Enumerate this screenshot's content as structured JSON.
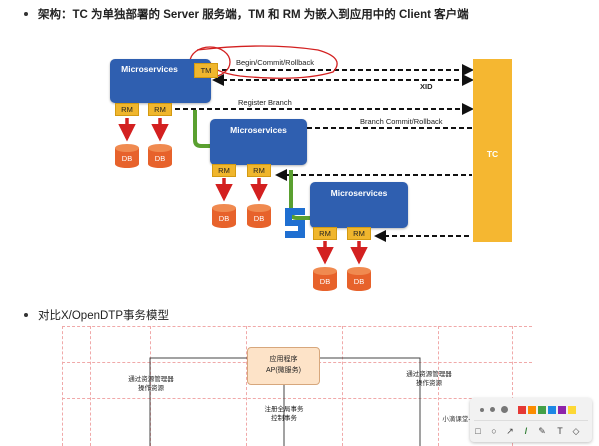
{
  "slide": {
    "heading1": "架构：TC 为单独部署的 Server 服务端，TM 和 RM 为嵌入到应用中的 Client 客户端",
    "heading2": "对比X/OpenDTP事务模型"
  },
  "diagram": {
    "ms1": "Microservices",
    "ms2": "Microservices",
    "ms3": "Microservices",
    "tm": "TM",
    "rm": "RM",
    "db": "DB",
    "tc": "TC",
    "begin_label": "Begin/Commit/Rollback",
    "xid_label": "XID",
    "register_label": "Register Branch",
    "branch_label": "Branch Commit/Rollback"
  },
  "dtp": {
    "ap_line1": "应用程序",
    "ap_line2": "AP(微服务)",
    "left_line1": "通过资源管理器",
    "left_line2": "操作资源",
    "right_line1": "通过资源管理器",
    "right_line2": "操作资源",
    "mid_line1": "注册全局事务",
    "mid_line2": "控制事务",
    "watermark": "小滴课堂-大课程讲座分布式事务"
  },
  "toolbar": {
    "colors": [
      "#e53935",
      "#fb8c00",
      "#43a047",
      "#1e88e5",
      "#8e24aa",
      "#fdd835"
    ],
    "icons": [
      "square-icon",
      "circle-icon",
      "arrow-icon",
      "pen-icon",
      "highlighter-icon",
      "text-icon",
      "eraser-icon"
    ]
  }
}
